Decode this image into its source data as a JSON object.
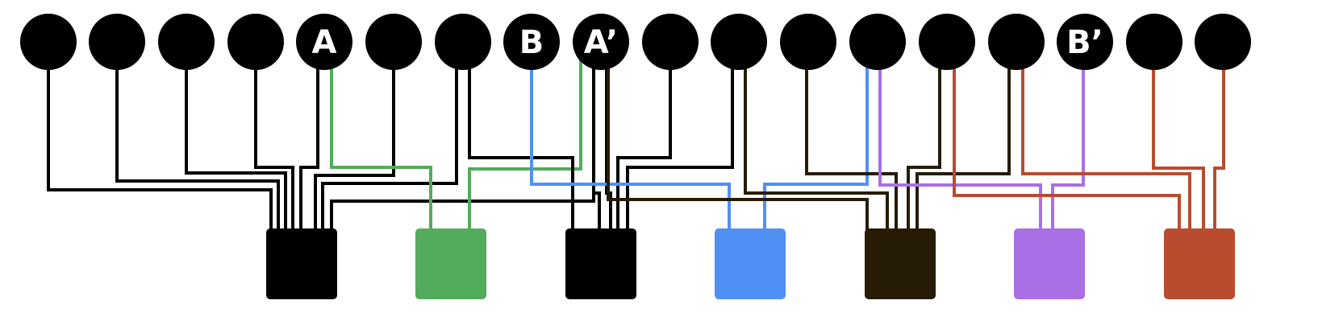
{
  "diagram": {
    "nodes": [
      {
        "id": "n1",
        "label": ""
      },
      {
        "id": "n2",
        "label": ""
      },
      {
        "id": "n3",
        "label": ""
      },
      {
        "id": "n4",
        "label": ""
      },
      {
        "id": "n5",
        "label": "A"
      },
      {
        "id": "n6",
        "label": ""
      },
      {
        "id": "n7",
        "label": ""
      },
      {
        "id": "n8",
        "label": "B"
      },
      {
        "id": "n9",
        "label": "A’"
      },
      {
        "id": "n10",
        "label": ""
      },
      {
        "id": "n11",
        "label": ""
      },
      {
        "id": "n12",
        "label": ""
      },
      {
        "id": "n13",
        "label": ""
      },
      {
        "id": "n14",
        "label": ""
      },
      {
        "id": "n15",
        "label": ""
      },
      {
        "id": "n16",
        "label": "B’"
      },
      {
        "id": "n17",
        "label": ""
      },
      {
        "id": "n18",
        "label": ""
      }
    ],
    "boxes": [
      {
        "id": "box1",
        "color": "#000000"
      },
      {
        "id": "box2",
        "color": "#52ac5b"
      },
      {
        "id": "box3",
        "color": "#000000"
      },
      {
        "id": "box4",
        "color": "#5090f5"
      },
      {
        "id": "box5",
        "color": "#261c06"
      },
      {
        "id": "box6",
        "color": "#a96fe4"
      },
      {
        "id": "box7",
        "color": "#b94c2f"
      }
    ],
    "connections": [
      {
        "from": "n1",
        "to": "box1",
        "color": "#000000"
      },
      {
        "from": "n2",
        "to": "box1",
        "color": "#000000"
      },
      {
        "from": "n3",
        "to": "box1",
        "color": "#000000"
      },
      {
        "from": "n4",
        "to": "box1",
        "color": "#000000"
      },
      {
        "from": "n5",
        "to": "box1",
        "color": "#000000"
      },
      {
        "from": "n6",
        "to": "box1",
        "color": "#000000"
      },
      {
        "from": "n7",
        "to": "box1",
        "color": "#000000"
      },
      {
        "from": "n9",
        "to": "box1",
        "color": "#000000"
      },
      {
        "from": "n5",
        "to": "box2",
        "color": "#52ac5b"
      },
      {
        "from": "n9",
        "to": "box2",
        "color": "#52ac5b"
      },
      {
        "from": "n7",
        "to": "box3",
        "color": "#000000"
      },
      {
        "from": "n9",
        "to": "box3",
        "color": "#000000"
      },
      {
        "from": "n9",
        "to": "box3",
        "color": "#000000"
      },
      {
        "from": "n10",
        "to": "box3",
        "color": "#000000"
      },
      {
        "from": "n11",
        "to": "box3",
        "color": "#000000"
      },
      {
        "from": "n8",
        "to": "box4",
        "color": "#5090f5"
      },
      {
        "from": "n13",
        "to": "box4",
        "color": "#5090f5"
      },
      {
        "from": "n9",
        "to": "box5",
        "color": "#261c06"
      },
      {
        "from": "n11",
        "to": "box5",
        "color": "#261c06"
      },
      {
        "from": "n12",
        "to": "box5",
        "color": "#261c06"
      },
      {
        "from": "n14",
        "to": "box5",
        "color": "#261c06"
      },
      {
        "from": "n15",
        "to": "box5",
        "color": "#261c06"
      },
      {
        "from": "n13",
        "to": "box6",
        "color": "#a96fe4"
      },
      {
        "from": "n16",
        "to": "box6",
        "color": "#a96fe4"
      },
      {
        "from": "n14",
        "to": "box7",
        "color": "#b94c2f"
      },
      {
        "from": "n15",
        "to": "box7",
        "color": "#b94c2f"
      },
      {
        "from": "n17",
        "to": "box7",
        "color": "#b94c2f"
      },
      {
        "from": "n18",
        "to": "box7",
        "color": "#b94c2f"
      }
    ]
  }
}
